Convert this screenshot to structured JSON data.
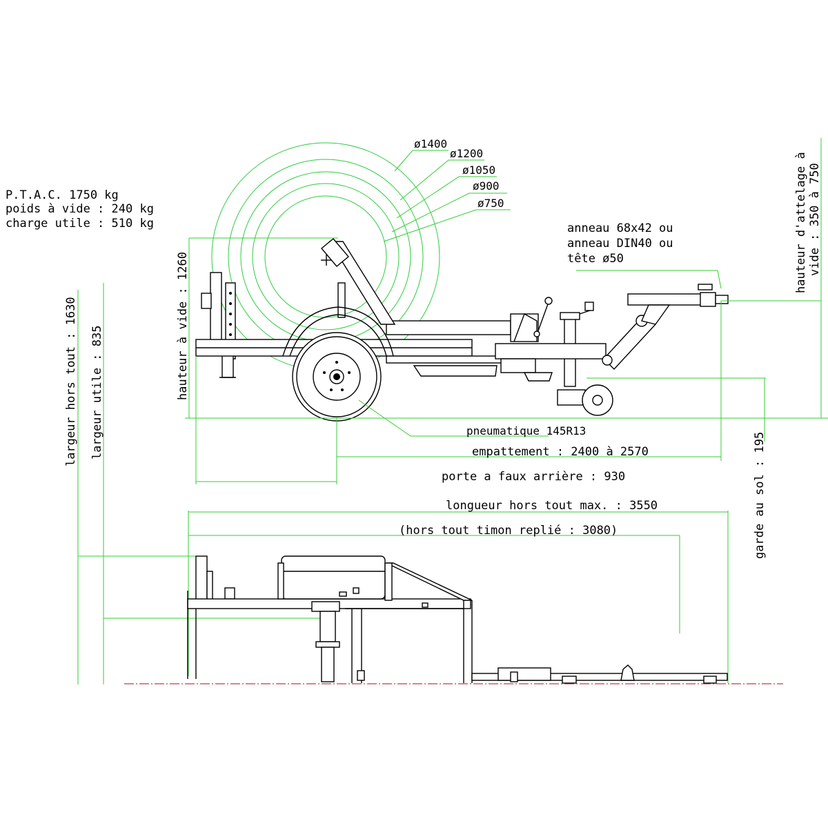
{
  "specs": {
    "ptac": "P.T.A.C. 1750 kg",
    "empty_weight": "poids à vide : 240 kg",
    "payload": "charge utile : 510 kg"
  },
  "diameters": [
    "ø1400",
    "ø1200",
    "ø1050",
    "ø900",
    "ø750"
  ],
  "hitch_options": {
    "line1": "anneau 68x42 ou",
    "line2": "anneau DIN40 ou",
    "line3": "tête ø50"
  },
  "dimensions": {
    "tire": "pneumatique 145R13",
    "wheelbase": "empattement : 2400 à 2570",
    "rear_overhang": "porte a faux arrière : 930",
    "overall_length": "longueur hors tout  max. : 3550",
    "folded_length": "(hors tout timon replié : 3080)",
    "empty_height": "hauteur à vide : 1260",
    "overall_width": "largeur hors tout : 1630",
    "usable_width": "largeur utile : 835",
    "hitch_height": "hauteur d'attelage à vide : 350 à 750",
    "hitch_height_l1": "hauteur d'attelage à",
    "hitch_height_l2": "vide : 350 à 750",
    "ground_clearance": "garde au sol : 195"
  },
  "colors": {
    "dimension_lines": "#33cc33",
    "reel_diameters": "#2ecc40",
    "outline": "#000000",
    "ground_line": "#a01020"
  }
}
